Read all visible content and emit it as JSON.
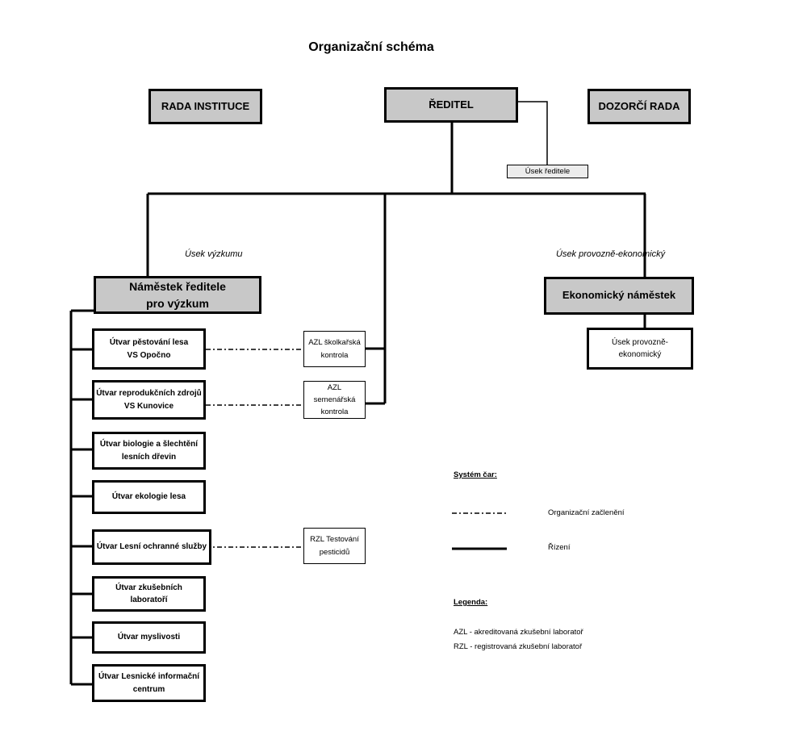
{
  "title": "Organizační schéma",
  "top": {
    "rada": "RADA INSTITUCE",
    "reditel": "ŘEDITEL",
    "dozorci": "DOZORČÍ RADA",
    "usek_reditele": "Úsek ředitele"
  },
  "sections": {
    "vyzkum": "Úsek výzkumu",
    "provozni": "Úsek provozně-ekonomický"
  },
  "deputies": {
    "vyzkum": "Náměstek ředitele\npro výzkum",
    "ekonomicky": "Ekonomický náměstek",
    "provozni_usek": "Úsek provozně-ekonomický"
  },
  "units": [
    "Útvar pěstování lesa\nVS Opočno",
    "Útvar reprodukčních zdrojů\nVS Kunovice",
    "Útvar biologie a šlechtění\nlesních dřevin",
    "Útvar ekologie lesa",
    "Útvar Lesní ochranné služby",
    "Útvar zkušebních laboratoří",
    "Útvar myslivosti",
    "Útvar Lesnické informační\ncentrum"
  ],
  "labs": {
    "azl_skolkarska": "AZL školkařská\nkontrola",
    "azl_semenarska": "AZL semenářská\nkontrola",
    "rzl_pesticidy": "RZL Testování\npesticidů"
  },
  "legend": {
    "system_title": "Systém čar:",
    "dashed_label": "Organizační začlenění",
    "solid_label": "Řízení",
    "legenda_title": "Legenda:",
    "azl": "AZL - akreditovaná zkušební laboratoř",
    "rzl": "RZL - registrovaná zkušební laboratoř"
  }
}
